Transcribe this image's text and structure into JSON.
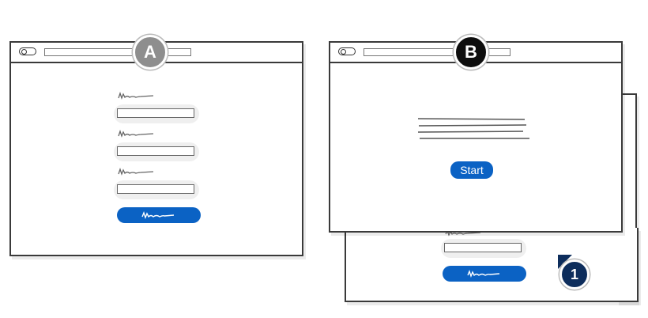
{
  "badges": {
    "a": "A",
    "b": "B",
    "one": "1"
  },
  "screen_b": {
    "start_label": "Start"
  },
  "colors": {
    "button_blue": "#0b62c4",
    "badge_a": "#8e8e8e",
    "badge_b": "#0e0e0e",
    "badge_one": "#0d2d5c",
    "outline": "#3a3a3a"
  },
  "icons": [
    "back-toggle-icon",
    "scribble-label-icon"
  ]
}
